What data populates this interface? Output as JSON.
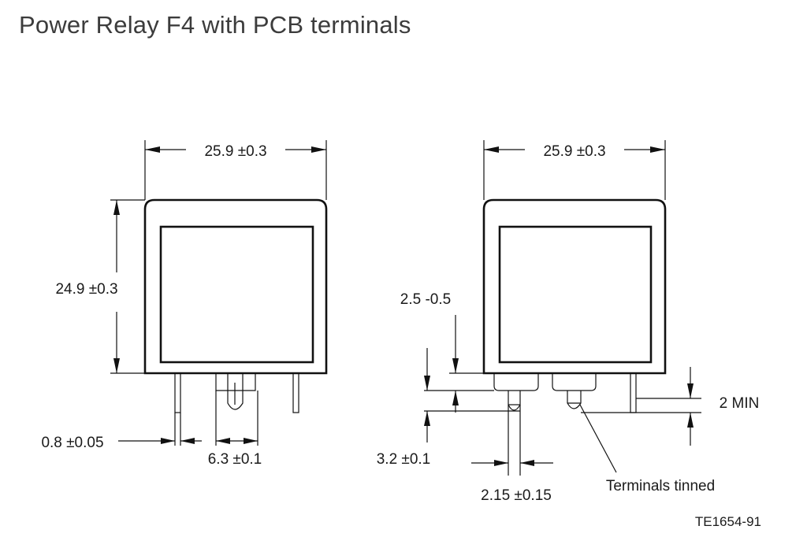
{
  "title": "Power Relay F4 with PCB terminals",
  "left_view": {
    "width_dim": "25.9 ±0.3",
    "height_dim": "24.9 ±0.3",
    "pin_thickness_dim": "0.8 ±0.05",
    "pin_spacing_dim": "6.3 ±0.1"
  },
  "right_view": {
    "width_dim": "25.9 ±0.3",
    "standoff_dim": "2.5 -0.5",
    "pin_length_dim": "3.2 ±0.1",
    "pin_width_dim": "2.15 ±0.15",
    "min_length_dim": "2 MIN",
    "note": "Terminals tinned"
  },
  "ref_code": "TE1654-91"
}
